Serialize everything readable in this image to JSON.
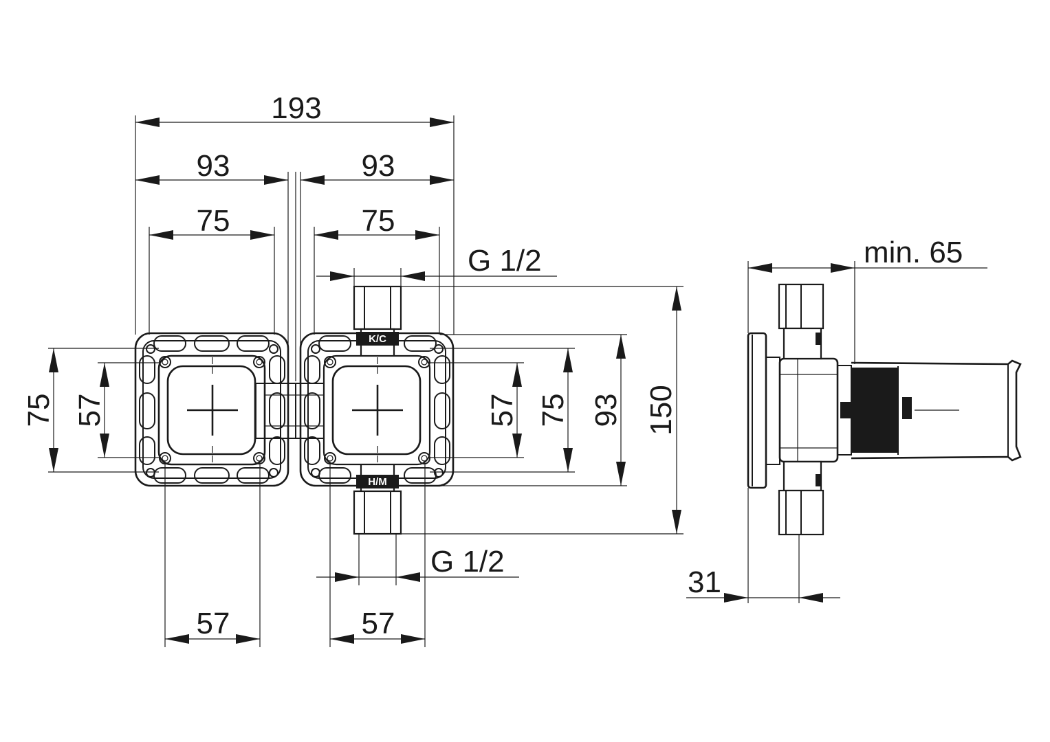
{
  "drawing": {
    "front_view": {
      "overall_width": "193",
      "half_width_left": "93",
      "half_width_right": "93",
      "frame_inner_left": "75",
      "frame_inner_right": "75",
      "left_height_outer": "75",
      "left_height_inner": "57",
      "right_height_inner": "57",
      "right_height_mid": "75",
      "right_height_frame": "93",
      "overall_height": "150",
      "bottom_left_spacing": "57",
      "bottom_right_spacing": "57",
      "thread_top": "G 1/2",
      "thread_bottom": "G 1/2",
      "cold_marking": "K/C",
      "hot_marking": "H/M"
    },
    "side_view": {
      "mounting_depth": "min. 65",
      "wall_offset": "31"
    }
  }
}
